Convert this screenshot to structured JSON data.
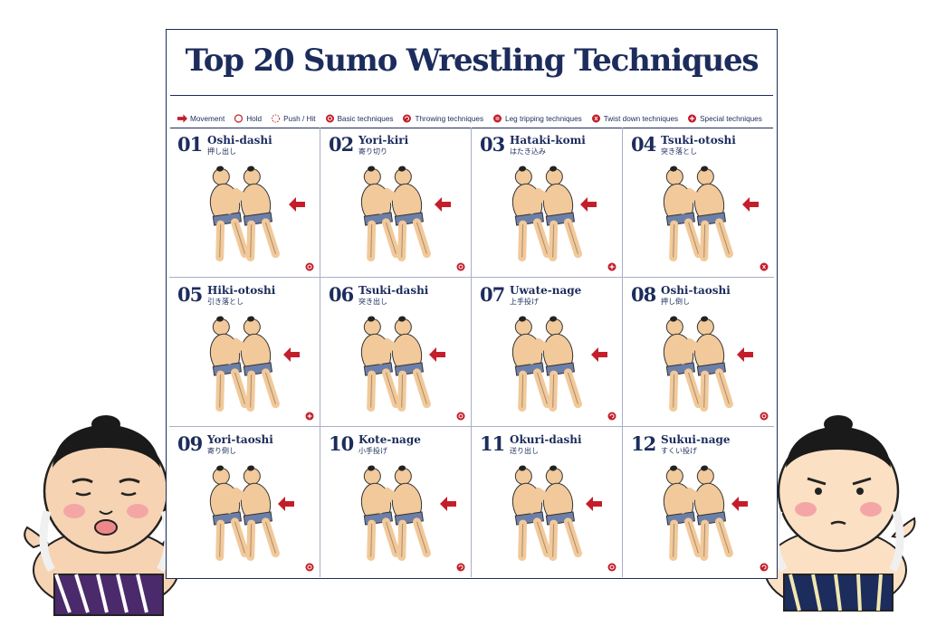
{
  "title": "Top 20 Sumo Wrestling Techniques",
  "legend": {
    "movement": "Movement",
    "hold": "Hold",
    "push": "Push / Hit",
    "basic": "Basic techniques",
    "throwing": "Throwing techniques",
    "leg": "Leg tripping techniques",
    "twist": "Twist down techniques",
    "special": "Special techniques"
  },
  "colors": {
    "navy": "#1c2c5c",
    "red": "#c41e2a",
    "skin": "#f2c99a",
    "belt": "#6c7fa8"
  },
  "techniques": [
    {
      "num": "01",
      "name": "Oshi-dashi",
      "jp": "押し出し",
      "category": "basic"
    },
    {
      "num": "02",
      "name": "Yori-kiri",
      "jp": "寄り切り",
      "category": "basic"
    },
    {
      "num": "03",
      "name": "Hataki-komi",
      "jp": "はたき込み",
      "category": "special"
    },
    {
      "num": "04",
      "name": "Tsuki-otoshi",
      "jp": "突き落とし",
      "category": "twist"
    },
    {
      "num": "05",
      "name": "Hiki-otoshi",
      "jp": "引き落とし",
      "category": "special"
    },
    {
      "num": "06",
      "name": "Tsuki-dashi",
      "jp": "突き出し",
      "category": "basic"
    },
    {
      "num": "07",
      "name": "Uwate-nage",
      "jp": "上手投げ",
      "category": "throwing"
    },
    {
      "num": "08",
      "name": "Oshi-taoshi",
      "jp": "押し倒し",
      "category": "basic"
    },
    {
      "num": "09",
      "name": "Yori-taoshi",
      "jp": "寄り倒し",
      "category": "basic"
    },
    {
      "num": "10",
      "name": "Kote-nage",
      "jp": "小手投げ",
      "category": "throwing"
    },
    {
      "num": "11",
      "name": "Okuri-dashi",
      "jp": "送り出し",
      "category": "basic"
    },
    {
      "num": "12",
      "name": "Sukui-nage",
      "jp": "すくい投げ",
      "category": "throwing"
    }
  ]
}
